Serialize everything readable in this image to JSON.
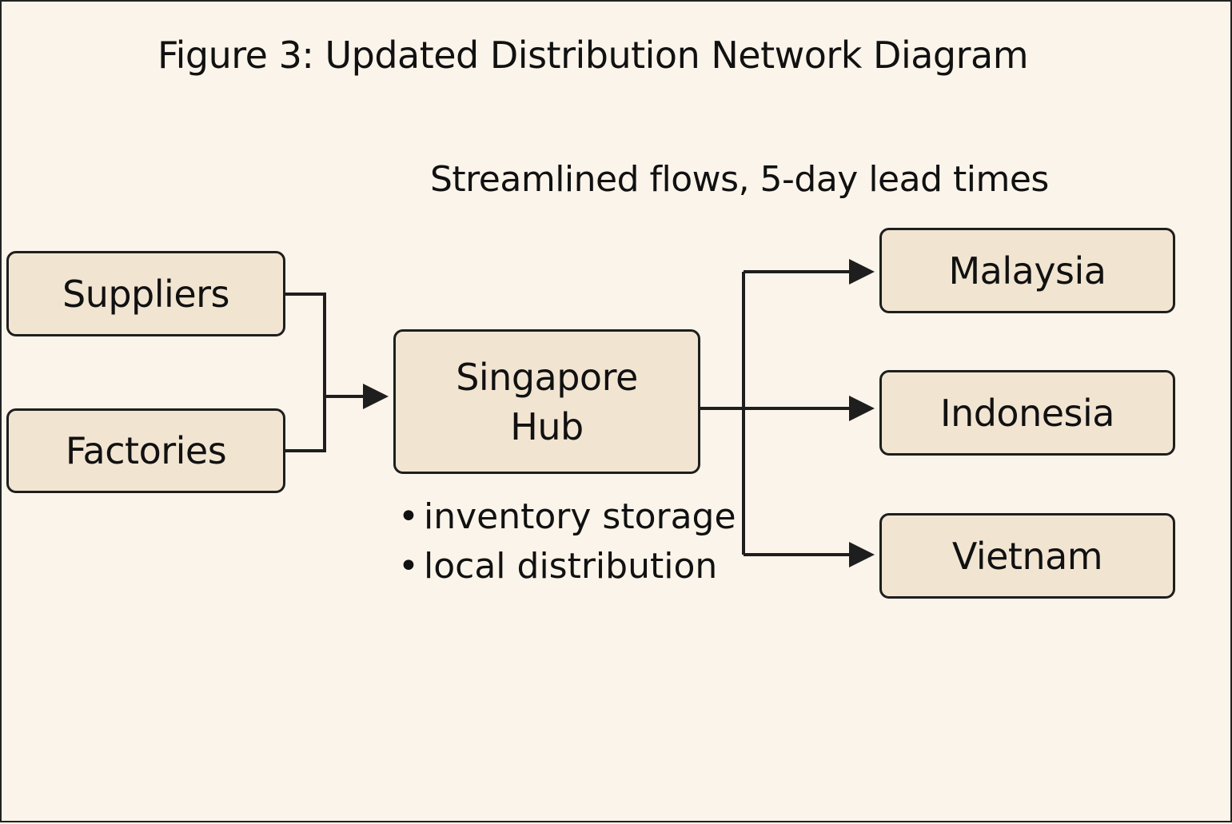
{
  "figure": {
    "title": "Figure 3: Updated Distribution Network Diagram",
    "subtitle": "Streamlined flows, 5-day lead times"
  },
  "nodes": {
    "suppliers": "Suppliers",
    "factories": "Factories",
    "hub": {
      "line1": "Singapore",
      "line2": "Hub"
    },
    "malaysia": "Malaysia",
    "indonesia": "Indonesia",
    "vietnam": "Vietnam"
  },
  "hub_notes": [
    {
      "bullet": "•",
      "text": "inventory storage"
    },
    {
      "bullet": "•",
      "text": "local distribution"
    }
  ],
  "colors": {
    "background": "#fbf4ea",
    "node_fill": "#f1e5d2",
    "line": "#1e1e1e"
  }
}
